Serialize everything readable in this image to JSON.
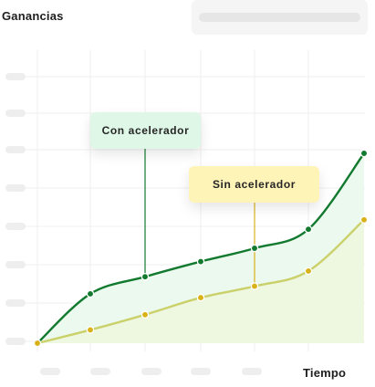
{
  "chart_data": {
    "type": "line",
    "title": "",
    "ylabel": "Ganancias",
    "xlabel": "Tiempo",
    "x": [
      0,
      1,
      2,
      3,
      4,
      5,
      6
    ],
    "ylim": [
      0,
      10
    ],
    "grid": true,
    "series": [
      {
        "name": "Con acelerador",
        "color": "#127a2e",
        "values": [
          0,
          2.6,
          3.5,
          4.3,
          5.0,
          6.0,
          10.0
        ]
      },
      {
        "name": "Sin acelerador",
        "color": "#cbd16a",
        "values": [
          0,
          0.7,
          1.5,
          2.4,
          3.0,
          3.8,
          6.5
        ]
      }
    ],
    "annotations": [
      {
        "label": "Con acelerador",
        "series": 0,
        "x": 2
      },
      {
        "label": "Sin acelerador",
        "series": 1,
        "x": 4
      }
    ]
  },
  "colors": {
    "grid": "#efefef",
    "placeholder": "#eeeeee",
    "area_with": "#ebf9ee",
    "area_without": "#eef7e0",
    "marker_with_fill": "#127a2e",
    "marker_without_fill": "#d9b21a"
  }
}
